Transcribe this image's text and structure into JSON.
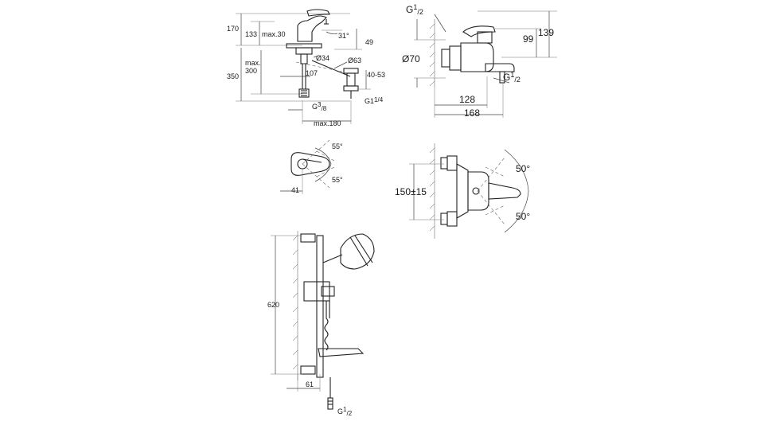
{
  "basin_mixer": {
    "h_170": "170",
    "h_133": "133",
    "max30": "max.30",
    "angle31": "31°",
    "d49": "49",
    "dia34": "Ø34",
    "dia63": "Ø63",
    "max_label": "max.",
    "d300": "300",
    "h_350": "350",
    "d107": "107",
    "d4053": "40-53",
    "g38_base": "G",
    "g38_sup": "3",
    "g38_sub": "/8",
    "g114": "G1",
    "g114_sub": "1/4",
    "max180": "max.180"
  },
  "top_view": {
    "a55_top": "55°",
    "a55_bot": "55°",
    "d41": "41"
  },
  "bath_mixer_side": {
    "g12_top_base": "G",
    "g12_top_sup": "1",
    "g12_top_sub": "/2",
    "dia70": "Ø70",
    "d99": "99",
    "d139": "139",
    "g12_bot_base": "G",
    "g12_bot_sup": "1",
    "g12_bot_sub": "/2",
    "d128": "128",
    "d168": "168"
  },
  "bath_mixer_front": {
    "d150": "150±15",
    "a50_top": "50°",
    "a50_bot": "50°"
  },
  "shower_rail": {
    "d620": "620",
    "d61": "61",
    "g12_base": "G",
    "g12_sup": "1",
    "g12_sub": "/2"
  }
}
